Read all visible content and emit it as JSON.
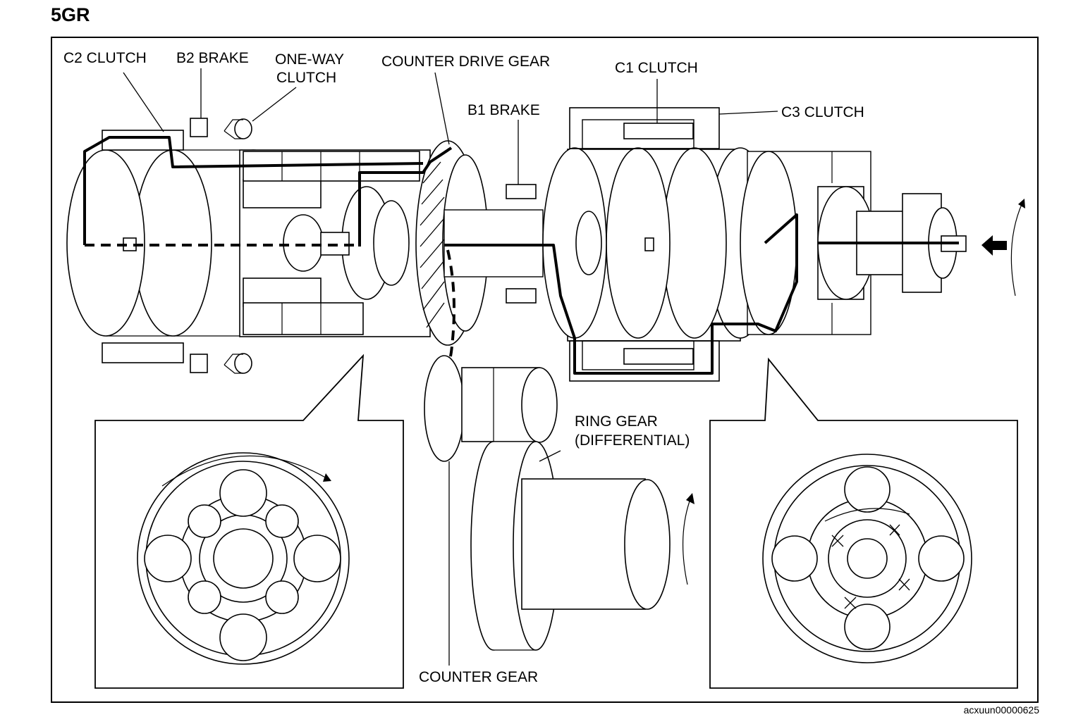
{
  "title": "5GR",
  "image_code": "acxuun00000625",
  "labels": {
    "c2_clutch": "C2 CLUTCH",
    "b2_brake": "B2 BRAKE",
    "one_way_clutch_line1": "ONE-WAY",
    "one_way_clutch_line2": "CLUTCH",
    "counter_drive_gear": "COUNTER DRIVE GEAR",
    "c1_clutch": "C1 CLUTCH",
    "b1_brake": "B1  BRAKE",
    "c3_clutch": "C3 CLUTCH",
    "ring_gear_line1": "RING GEAR",
    "ring_gear_line2": "(DIFFERENTIAL)",
    "counter_gear": "COUNTER GEAR"
  }
}
